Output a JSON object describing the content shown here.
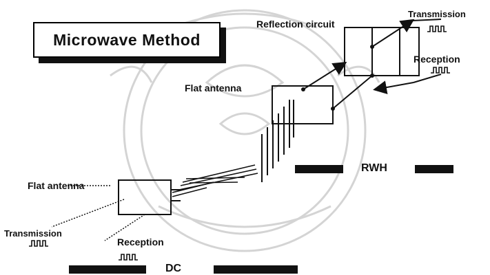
{
  "title": "Microwave Method",
  "labels": {
    "reflection_circuit": "Reflection circuit",
    "transmission_top": "Transmission",
    "reception_top": "Reception",
    "flat_antenna_top": "Flat antenna",
    "flat_antenna_bottom": "Flat antenna",
    "transmission_bottom": "Transmission",
    "reception_bottom": "Reception",
    "rwh": "RWH",
    "dc": "DC"
  },
  "icons": [
    "pulse-train-icon",
    "arrow-icon"
  ],
  "colors": {
    "ink": "#111111",
    "watermark": "#c8c8c8",
    "background": "#ffffff"
  }
}
